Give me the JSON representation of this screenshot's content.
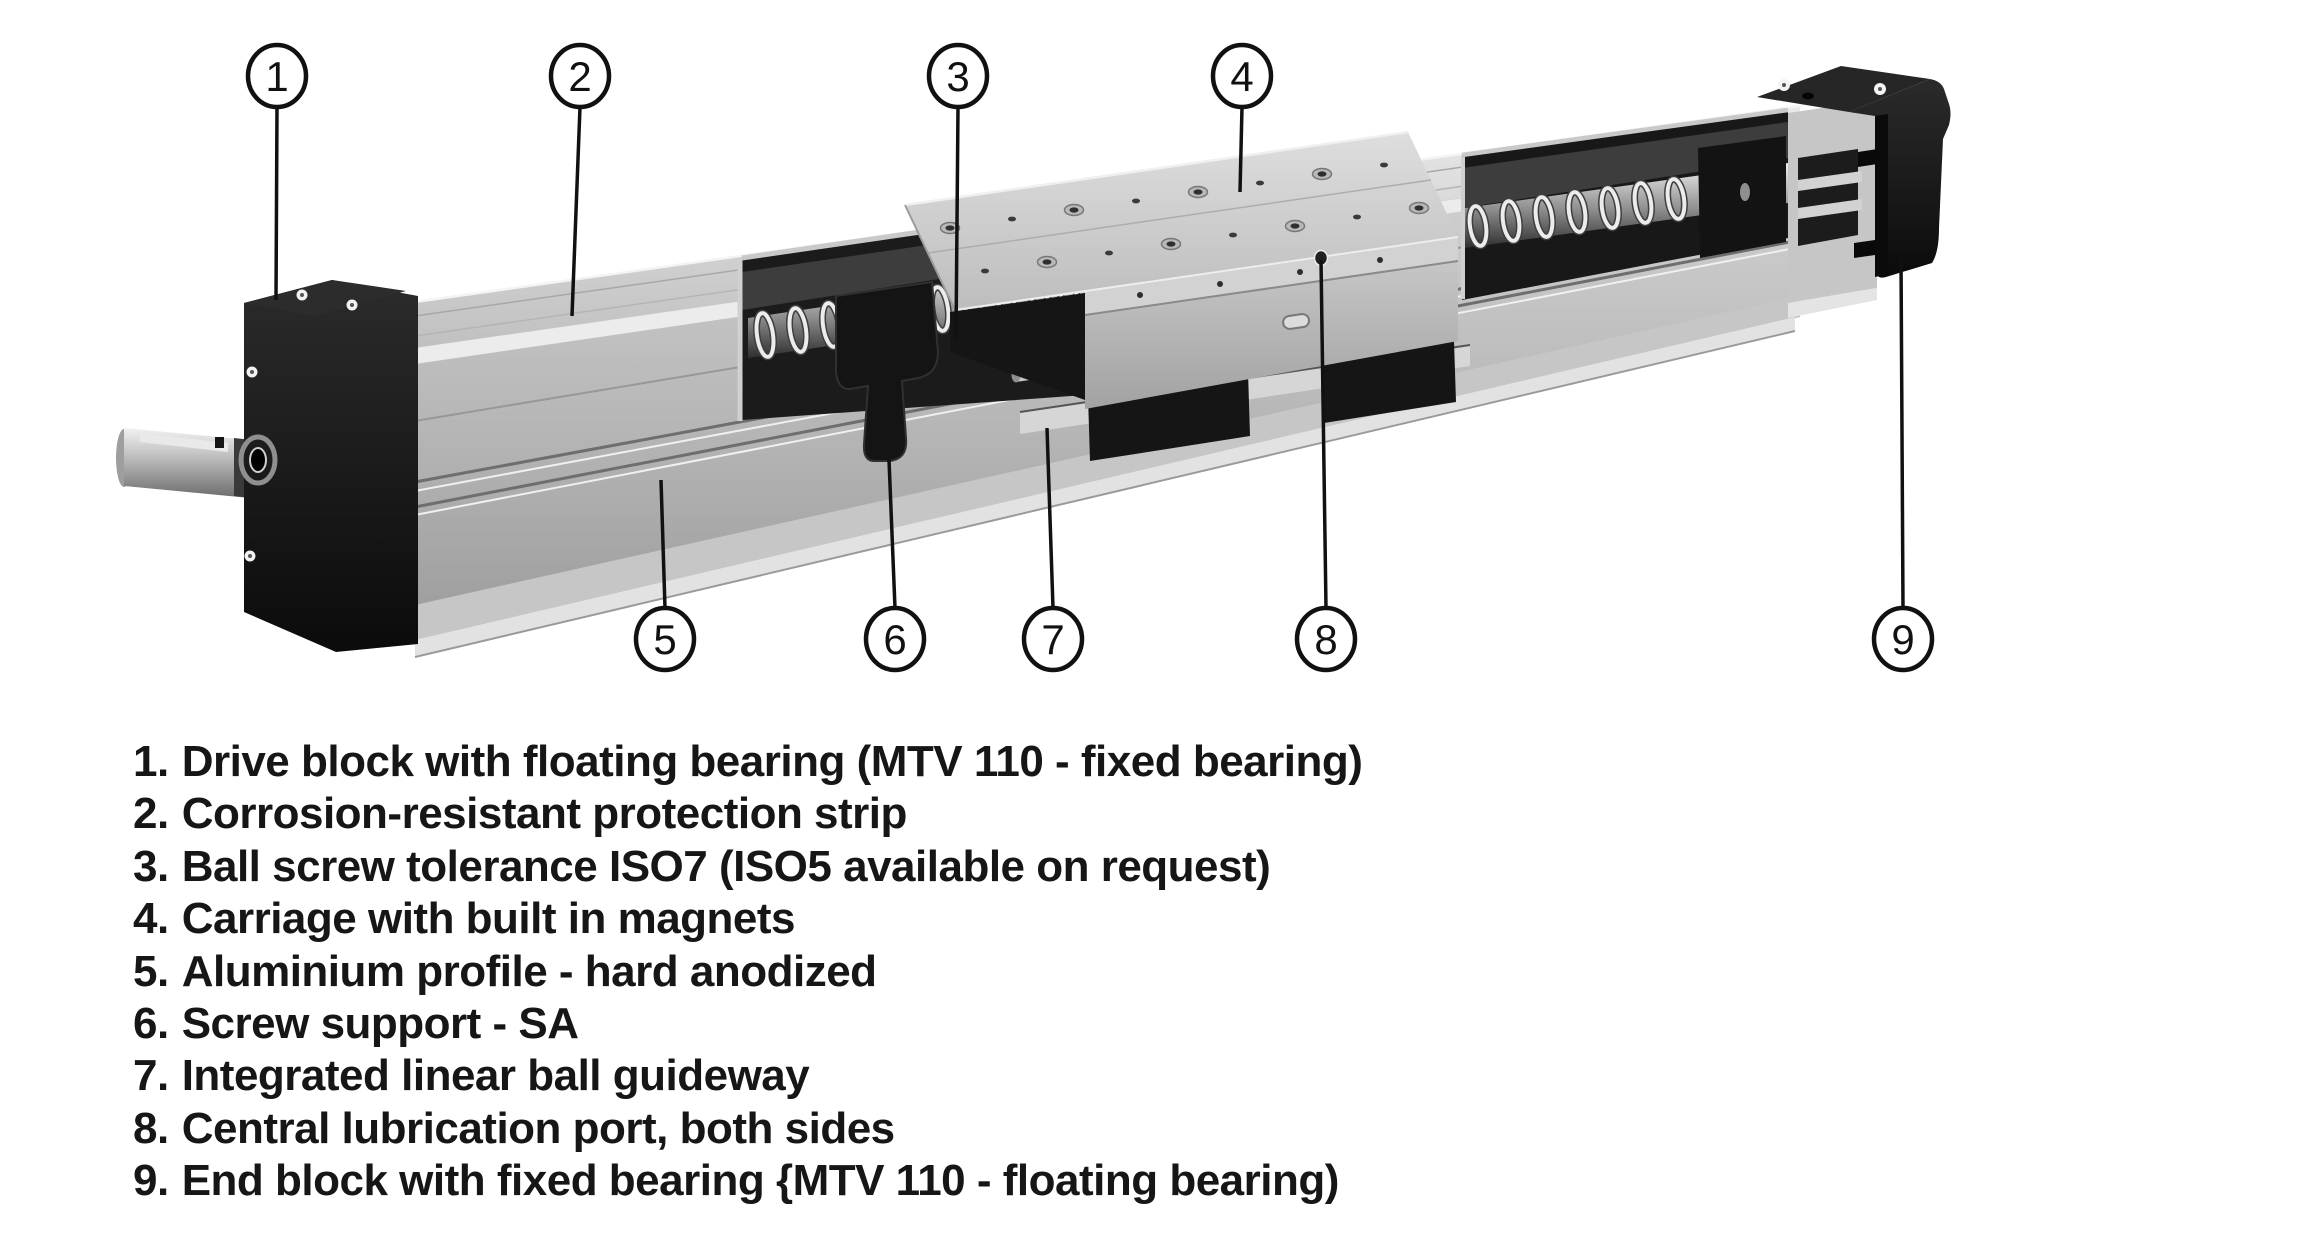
{
  "page": {
    "background": "#ffffff"
  },
  "colors": {
    "ink": "#161616",
    "metal_light": "#d9d9d9",
    "metal_mid": "#a8a8a8",
    "block_black": "#141414"
  },
  "callouts": [
    {
      "num": "1"
    },
    {
      "num": "2"
    },
    {
      "num": "3"
    },
    {
      "num": "4"
    },
    {
      "num": "5"
    },
    {
      "num": "6"
    },
    {
      "num": "7"
    },
    {
      "num": "8"
    },
    {
      "num": "9"
    }
  ],
  "legend": {
    "items": [
      {
        "number": "1.",
        "text": "Drive block with floating bearing (MTV 110 - fixed bearing)"
      },
      {
        "number": "2.",
        "text": "Corrosion-resistant protection strip"
      },
      {
        "number": "3.",
        "text": "Ball screw tolerance ISO7 (ISO5 available on request)"
      },
      {
        "number": "4.",
        "text": "Carriage with built in magnets"
      },
      {
        "number": "5.",
        "text": "Aluminium profile - hard anodized"
      },
      {
        "number": "6.",
        "text": "Screw support - SA"
      },
      {
        "number": "7.",
        "text": "Integrated linear ball guideway"
      },
      {
        "number": "8.",
        "text": "Central lubrication port, both sides"
      },
      {
        "number": "9.",
        "text": "End block with fixed bearing {MTV 110 - floating bearing)"
      }
    ]
  }
}
